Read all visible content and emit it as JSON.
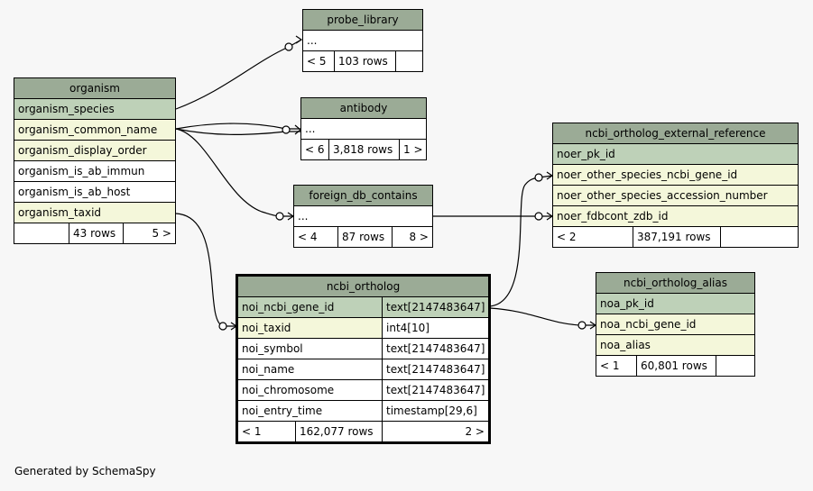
{
  "tables": {
    "probe_library": {
      "name": "probe_library",
      "rows": [
        "..."
      ],
      "footer": [
        "< 5",
        "103 rows",
        ""
      ]
    },
    "organism": {
      "name": "organism",
      "rows": [
        {
          "name": "organism_species",
          "kind": "pk"
        },
        {
          "name": "organism_common_name",
          "kind": "fk"
        },
        {
          "name": "organism_display_order",
          "kind": "fk"
        },
        {
          "name": "organism_is_ab_immun",
          "kind": "plain"
        },
        {
          "name": "organism_is_ab_host",
          "kind": "plain"
        },
        {
          "name": "organism_taxid",
          "kind": "fk"
        }
      ],
      "footer": [
        "",
        "43 rows",
        "5 >"
      ]
    },
    "antibody": {
      "name": "antibody",
      "rows": [
        "..."
      ],
      "footer": [
        "< 6",
        "3,818 rows",
        "1 >"
      ]
    },
    "foreign_db_contains": {
      "name": "foreign_db_contains",
      "rows": [
        "..."
      ],
      "footer": [
        "< 4",
        "87 rows",
        "8 >"
      ]
    },
    "ncbi_ortholog_external_reference": {
      "name": "ncbi_ortholog_external_reference",
      "rows": [
        {
          "name": "noer_pk_id",
          "kind": "pk"
        },
        {
          "name": "noer_other_species_ncbi_gene_id",
          "kind": "fk"
        },
        {
          "name": "noer_other_species_accession_number",
          "kind": "fk"
        },
        {
          "name": "noer_fdbcont_zdb_id",
          "kind": "fk"
        }
      ],
      "footer": [
        "< 2",
        "387,191 rows",
        ""
      ]
    },
    "ncbi_ortholog": {
      "name": "ncbi_ortholog",
      "rows": [
        {
          "name": "noi_ncbi_gene_id",
          "type": "text[2147483647]",
          "kind": "pk"
        },
        {
          "name": "noi_taxid",
          "type": "int4[10]",
          "kind": "fk"
        },
        {
          "name": "noi_symbol",
          "type": "text[2147483647]",
          "kind": "plain"
        },
        {
          "name": "noi_name",
          "type": "text[2147483647]",
          "kind": "plain"
        },
        {
          "name": "noi_chromosome",
          "type": "text[2147483647]",
          "kind": "plain"
        },
        {
          "name": "noi_entry_time",
          "type": "timestamp[29,6]",
          "kind": "plain"
        }
      ],
      "footer": [
        "< 1",
        "162,077 rows",
        "2 >"
      ]
    },
    "ncbi_ortholog_alias": {
      "name": "ncbi_ortholog_alias",
      "rows": [
        {
          "name": "noa_pk_id",
          "kind": "pk"
        },
        {
          "name": "noa_ncbi_gene_id",
          "kind": "fk"
        },
        {
          "name": "noa_alias",
          "kind": "fk"
        }
      ],
      "footer": [
        "< 1",
        "60,801 rows",
        ""
      ]
    }
  },
  "colors": {
    "header": "#9bab96",
    "primary_key": "#bed1b8",
    "foreign_key": "#f4f7da",
    "background": "#f7f7f7"
  },
  "footer_text": "Generated by SchemaSpy"
}
